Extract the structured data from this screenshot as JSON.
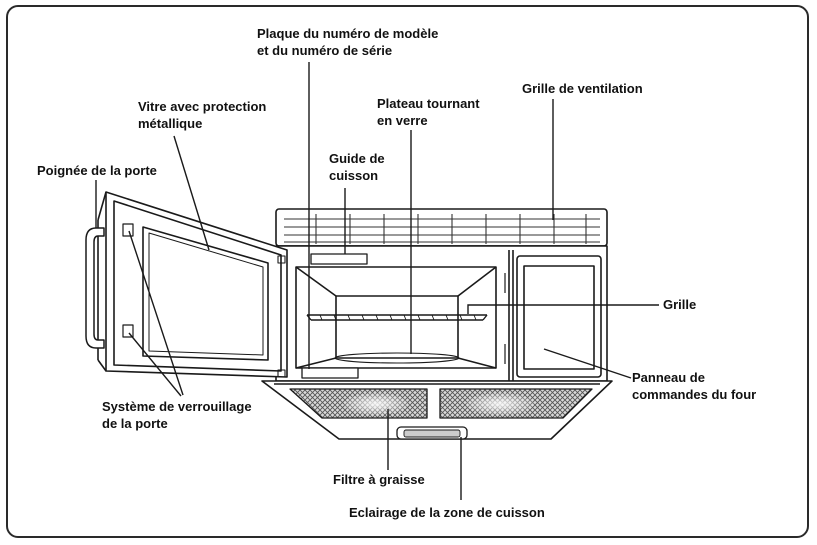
{
  "labels": {
    "model_plate": [
      "Plaque du numéro de modèle",
      "et du numéro de série"
    ],
    "window": [
      "Vitre avec protection",
      "métallique"
    ],
    "turntable": [
      "Plateau tournant",
      "en verre"
    ],
    "vent_grille": "Grille de ventilation",
    "door_handle": "Poignée de la porte",
    "cooking_guide": [
      "Guide de",
      "cuisson"
    ],
    "rack": "Grille",
    "control_panel": [
      "Panneau de",
      "commandes du four"
    ],
    "door_latch": [
      "Système de verrouillage",
      "de la porte"
    ],
    "grease_filter": "Filtre à graisse",
    "cooktop_light": "Eclairage de la zone de cuisson"
  },
  "colors": {
    "line": "#1a1a1a",
    "filter_mesh": "#7a7a7a",
    "border": "#2a2a2a"
  }
}
